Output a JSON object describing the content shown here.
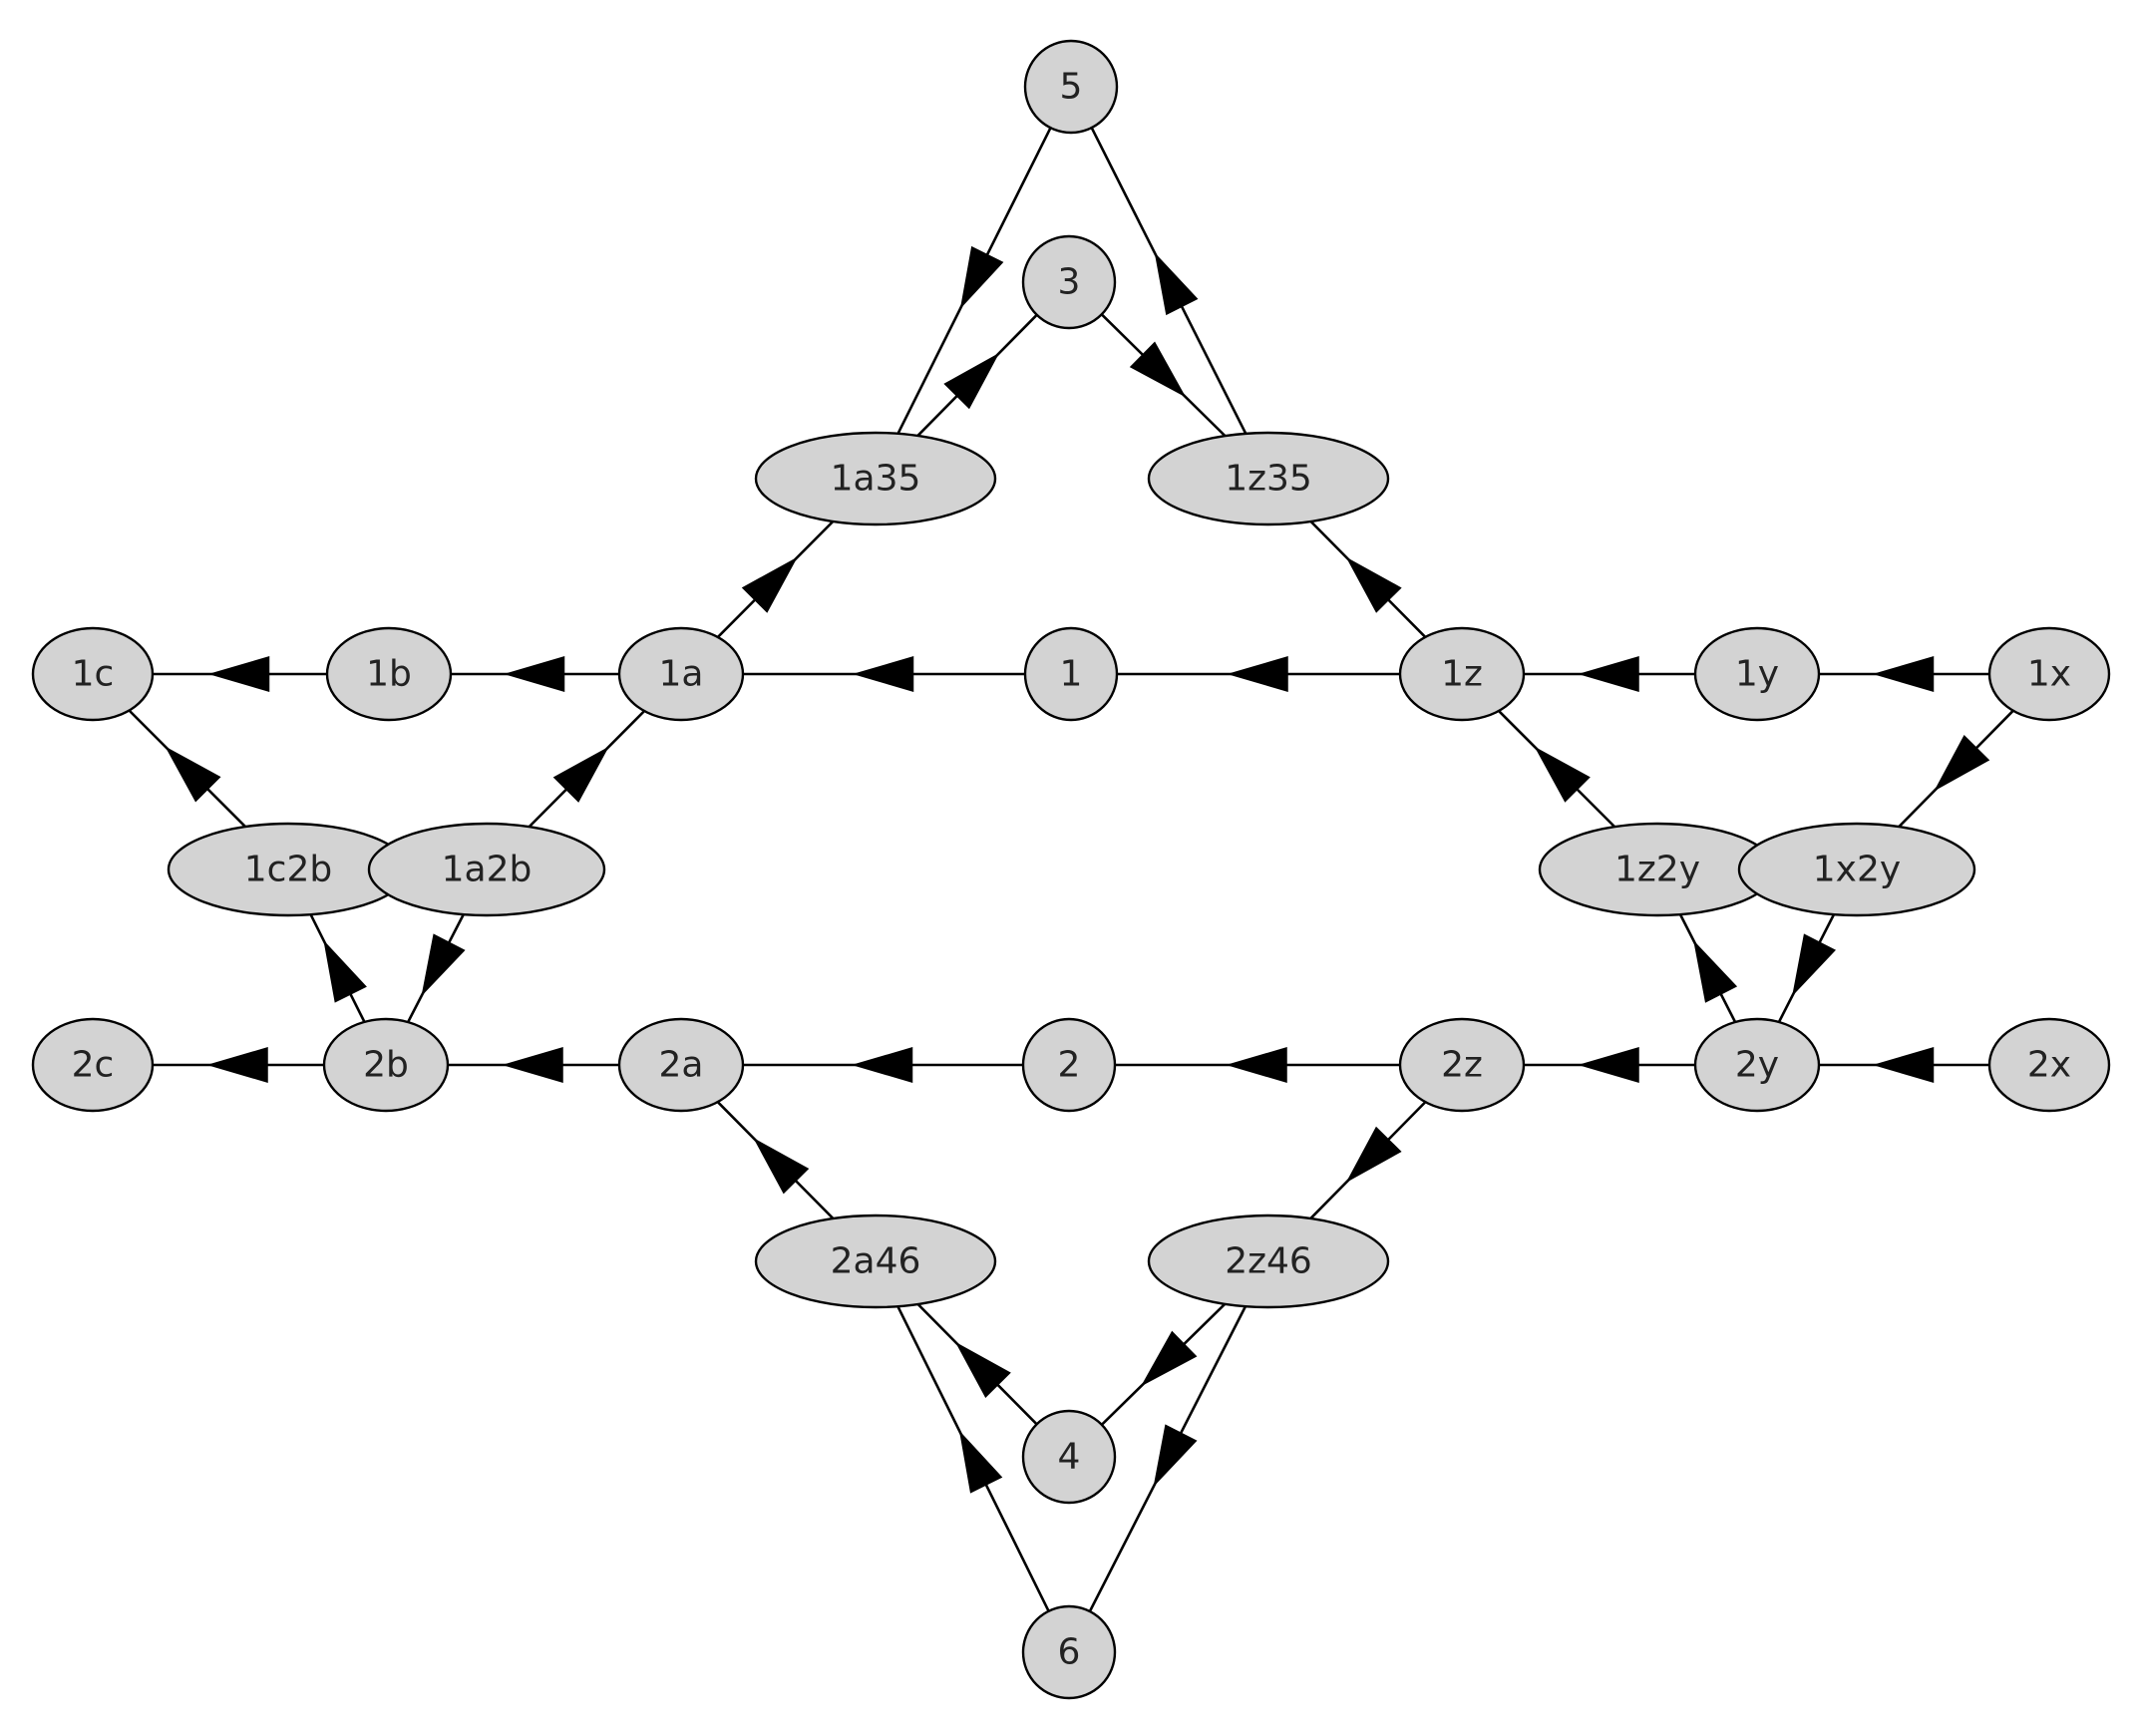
{
  "graph": {
    "nodes": [
      {
        "id": "5",
        "label": "5"
      },
      {
        "id": "3",
        "label": "3"
      },
      {
        "id": "1a35",
        "label": "1a35"
      },
      {
        "id": "1z35",
        "label": "1z35"
      },
      {
        "id": "1c",
        "label": "1c"
      },
      {
        "id": "1b",
        "label": "1b"
      },
      {
        "id": "1a",
        "label": "1a"
      },
      {
        "id": "1",
        "label": "1"
      },
      {
        "id": "1z",
        "label": "1z"
      },
      {
        "id": "1y",
        "label": "1y"
      },
      {
        "id": "1x",
        "label": "1x"
      },
      {
        "id": "1c2b",
        "label": "1c2b"
      },
      {
        "id": "1a2b",
        "label": "1a2b"
      },
      {
        "id": "1z2y",
        "label": "1z2y"
      },
      {
        "id": "1x2y",
        "label": "1x2y"
      },
      {
        "id": "2c",
        "label": "2c"
      },
      {
        "id": "2b",
        "label": "2b"
      },
      {
        "id": "2a",
        "label": "2a"
      },
      {
        "id": "2",
        "label": "2"
      },
      {
        "id": "2z",
        "label": "2z"
      },
      {
        "id": "2y",
        "label": "2y"
      },
      {
        "id": "2x",
        "label": "2x"
      },
      {
        "id": "2a46",
        "label": "2a46"
      },
      {
        "id": "2z46",
        "label": "2z46"
      },
      {
        "id": "4",
        "label": "4"
      },
      {
        "id": "6",
        "label": "6"
      }
    ],
    "edges": [
      {
        "from": "5",
        "to": "1a35"
      },
      {
        "from": "1z35",
        "to": "5"
      },
      {
        "from": "1a35",
        "to": "3"
      },
      {
        "from": "3",
        "to": "1z35"
      },
      {
        "from": "1a",
        "to": "1a35"
      },
      {
        "from": "1z",
        "to": "1z35"
      },
      {
        "from": "1b",
        "to": "1c"
      },
      {
        "from": "1a",
        "to": "1b"
      },
      {
        "from": "1",
        "to": "1a"
      },
      {
        "from": "1z",
        "to": "1"
      },
      {
        "from": "1y",
        "to": "1z"
      },
      {
        "from": "1x",
        "to": "1y"
      },
      {
        "from": "1c2b",
        "to": "1c"
      },
      {
        "from": "1a2b",
        "to": "1a"
      },
      {
        "from": "1z2y",
        "to": "1z"
      },
      {
        "from": "1x",
        "to": "1x2y"
      },
      {
        "from": "2b",
        "to": "1c2b"
      },
      {
        "from": "1a2b",
        "to": "2b"
      },
      {
        "from": "2y",
        "to": "1z2y"
      },
      {
        "from": "1x2y",
        "to": "2y"
      },
      {
        "from": "2b",
        "to": "2c"
      },
      {
        "from": "2a",
        "to": "2b"
      },
      {
        "from": "2",
        "to": "2a"
      },
      {
        "from": "2z",
        "to": "2"
      },
      {
        "from": "2y",
        "to": "2z"
      },
      {
        "from": "2x",
        "to": "2y"
      },
      {
        "from": "2a46",
        "to": "2a"
      },
      {
        "from": "2z",
        "to": "2z46"
      },
      {
        "from": "4",
        "to": "2a46"
      },
      {
        "from": "2z46",
        "to": "4"
      },
      {
        "from": "6",
        "to": "2a46"
      },
      {
        "from": "2z46",
        "to": "6"
      }
    ]
  },
  "colors": {
    "node_fill": "#d3d3d3",
    "node_stroke": "#000000",
    "edge": "#000000",
    "label": "#222222"
  }
}
